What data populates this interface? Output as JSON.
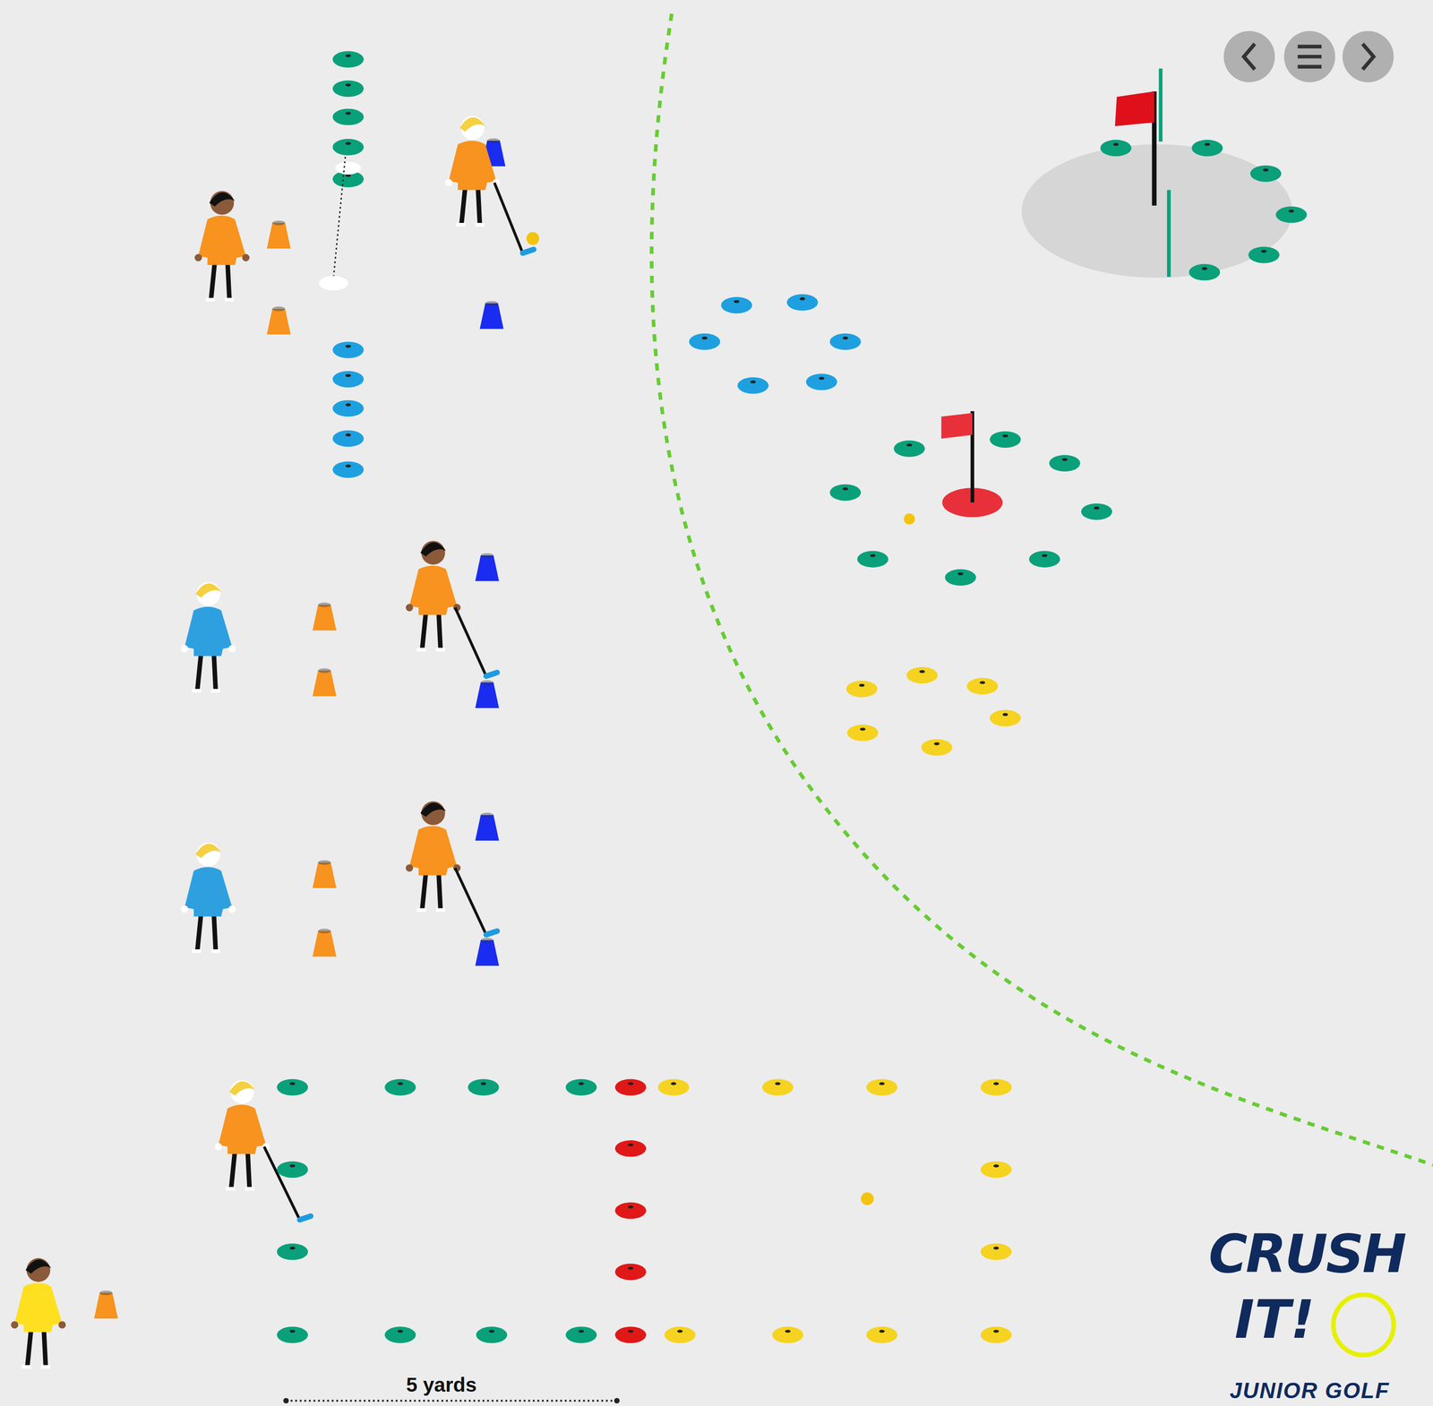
{
  "diagram": {
    "labels": [
      "5 yards",
      "CRUSH",
      "IT!",
      "JUNIOR GOLF"
    ]
  }
}
